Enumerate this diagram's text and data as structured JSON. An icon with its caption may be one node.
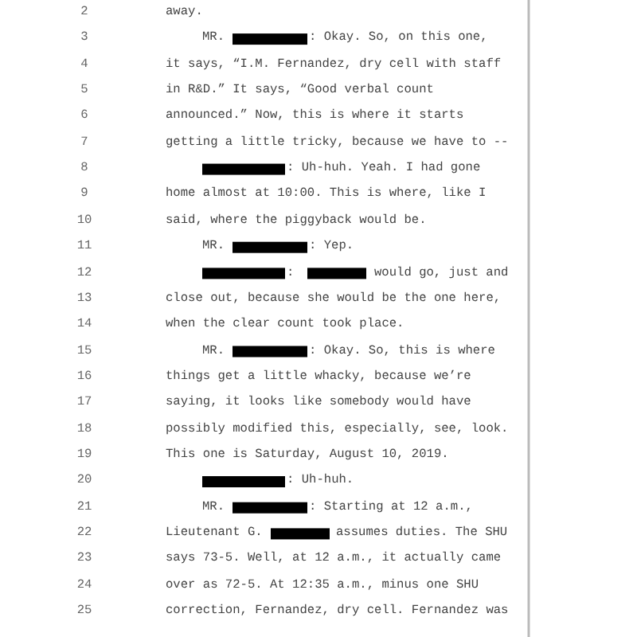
{
  "diagram": {
    "labels": [
      "2",
      "away.",
      "3",
      "MR.",
      ": Okay. So, on this one,",
      "4",
      "it says, “I.M. Fernandez, dry cell with staff",
      "5",
      "in R&D.” It says, “Good verbal count",
      "6",
      "announced.” Now, this is where it starts",
      "7",
      "getting a little tricky, because we have to --",
      "8",
      ": Uh-huh. Yeah. I had gone",
      "9",
      "home almost at 10:00. This is where, like I",
      "10",
      "said, where the piggyback would be.",
      "11",
      "MR.",
      ": Yep.",
      "12",
      ":",
      "would go, just and",
      "13",
      "close out, because she would be the one here,",
      "14",
      "when the clear count took place.",
      "15",
      "MR.",
      ": Okay. So, this is where",
      "16",
      "things get a little whacky, because we’re",
      "17",
      "saying, it looks like somebody would have",
      "18",
      "possibly modified this, especially, see, look.",
      "19",
      "This one is Saturday, August 10, 2019.",
      "20",
      ": Uh-huh.",
      "21",
      "MR.",
      ": Starting at 12 a.m.,",
      "22",
      "Lieutenant G.",
      "assumes duties. The SHU",
      "23",
      "says 73-5. Well, at 12 a.m., it actually came",
      "24",
      "over as 72-5. At 12:35 a.m., minus one SHU",
      "25",
      "correction, Fernandez, dry cell. Fernandez was"
    ]
  }
}
